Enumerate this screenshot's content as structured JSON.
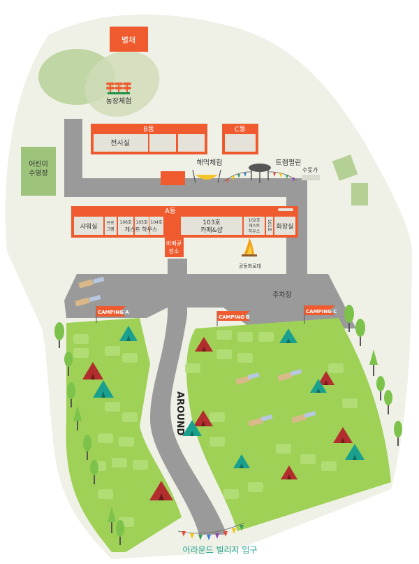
{
  "colors": {
    "orange": "#ef5b2f",
    "building_inner": "#e5e3d9",
    "field_green": "#9fd157",
    "grass_light": "#eef0e5",
    "road_gray": "#9a9a9a",
    "dark_green": "#1f8f4b",
    "teal": "#1aa08e"
  },
  "labels": {
    "annex": "별채",
    "farm": "농장체험",
    "kids_pool": "어린이\n수영장",
    "b_dong": "B동",
    "c_dong": "C동",
    "exhibition": "전시실",
    "hammock": "해먹체험",
    "trampoline": "트램펄린",
    "water_tap": "수돗가",
    "a_dong": "A동",
    "shower": "샤워실",
    "program1": "프로",
    "program2": "그램",
    "room106": "106호",
    "room105": "105호",
    "room104": "104호",
    "guesthouse": "게스트 하우스",
    "room103": "103호",
    "cafe": "카페&샵",
    "room102": "102호",
    "room102_b": "게스트",
    "room102_c": "하우스",
    "room101": "101호",
    "toilet": "화장실",
    "bbq1": "바베큐",
    "bbq2": "장소",
    "campfire": "공동화로대",
    "parking": "주차장",
    "camping_a": "CAMPING A",
    "camping_b": "CAMPING B",
    "camping_c": "CAMPING C",
    "around": "AROUND",
    "entrance": "어라운드 빌리지 입구"
  },
  "icons": [
    "farm-icon",
    "hammock-icon",
    "trampoline-icon",
    "bunting-icon",
    "campfire-icon",
    "tent-icon",
    "tree-icon",
    "mat-icon",
    "flag-icon"
  ]
}
